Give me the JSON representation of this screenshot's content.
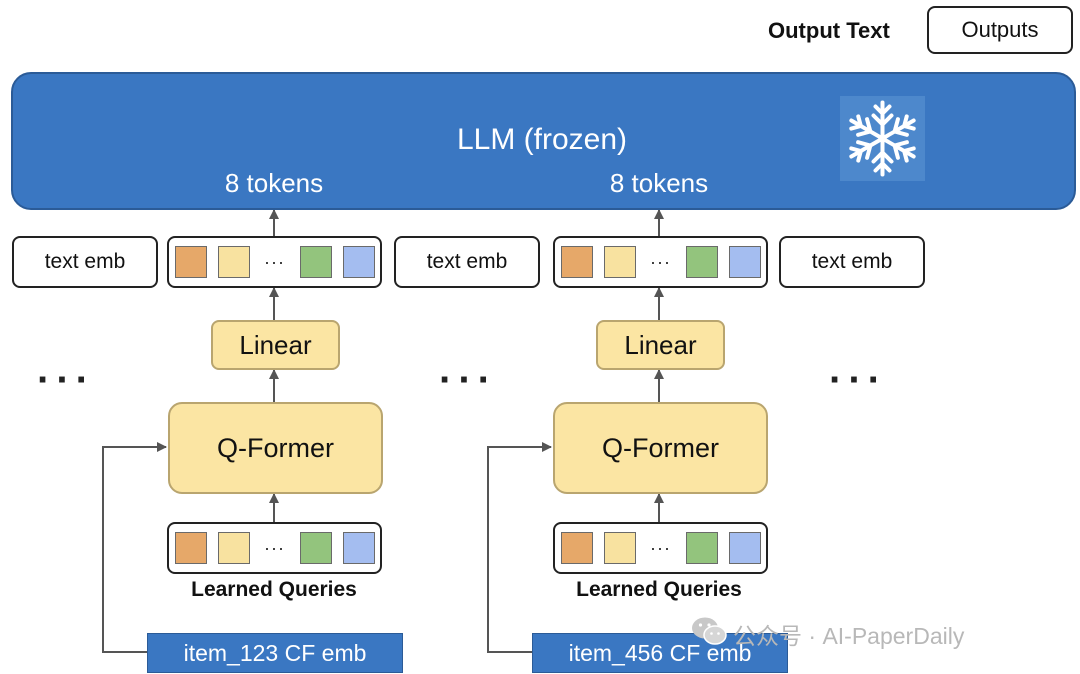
{
  "header": {
    "output_text_label": "Output Text",
    "outputs_label": "Outputs"
  },
  "llm": {
    "title": "LLM (frozen)",
    "tokens_left": "8 tokens",
    "tokens_right": "8 tokens",
    "frozen_icon": "snowflake-icon"
  },
  "embeddings": {
    "text_emb_1": "text emb",
    "text_emb_2": "text emb",
    "text_emb_3": "text emb",
    "token_ellipsis": "···"
  },
  "left_branch": {
    "linear": "Linear",
    "qformer": "Q-Former",
    "learned_queries": "Learned Queries",
    "item": "item_123 CF emb"
  },
  "right_branch": {
    "linear": "Linear",
    "qformer": "Q-Former",
    "learned_queries": "Learned Queries",
    "item": "item_456 CF emb"
  },
  "ellipsis": "···",
  "token_colors": [
    "#e6a869",
    "#f8e2a0",
    "#93c47d",
    "#a4bdf0"
  ],
  "watermark": "公众号 · AI-PaperDaily"
}
